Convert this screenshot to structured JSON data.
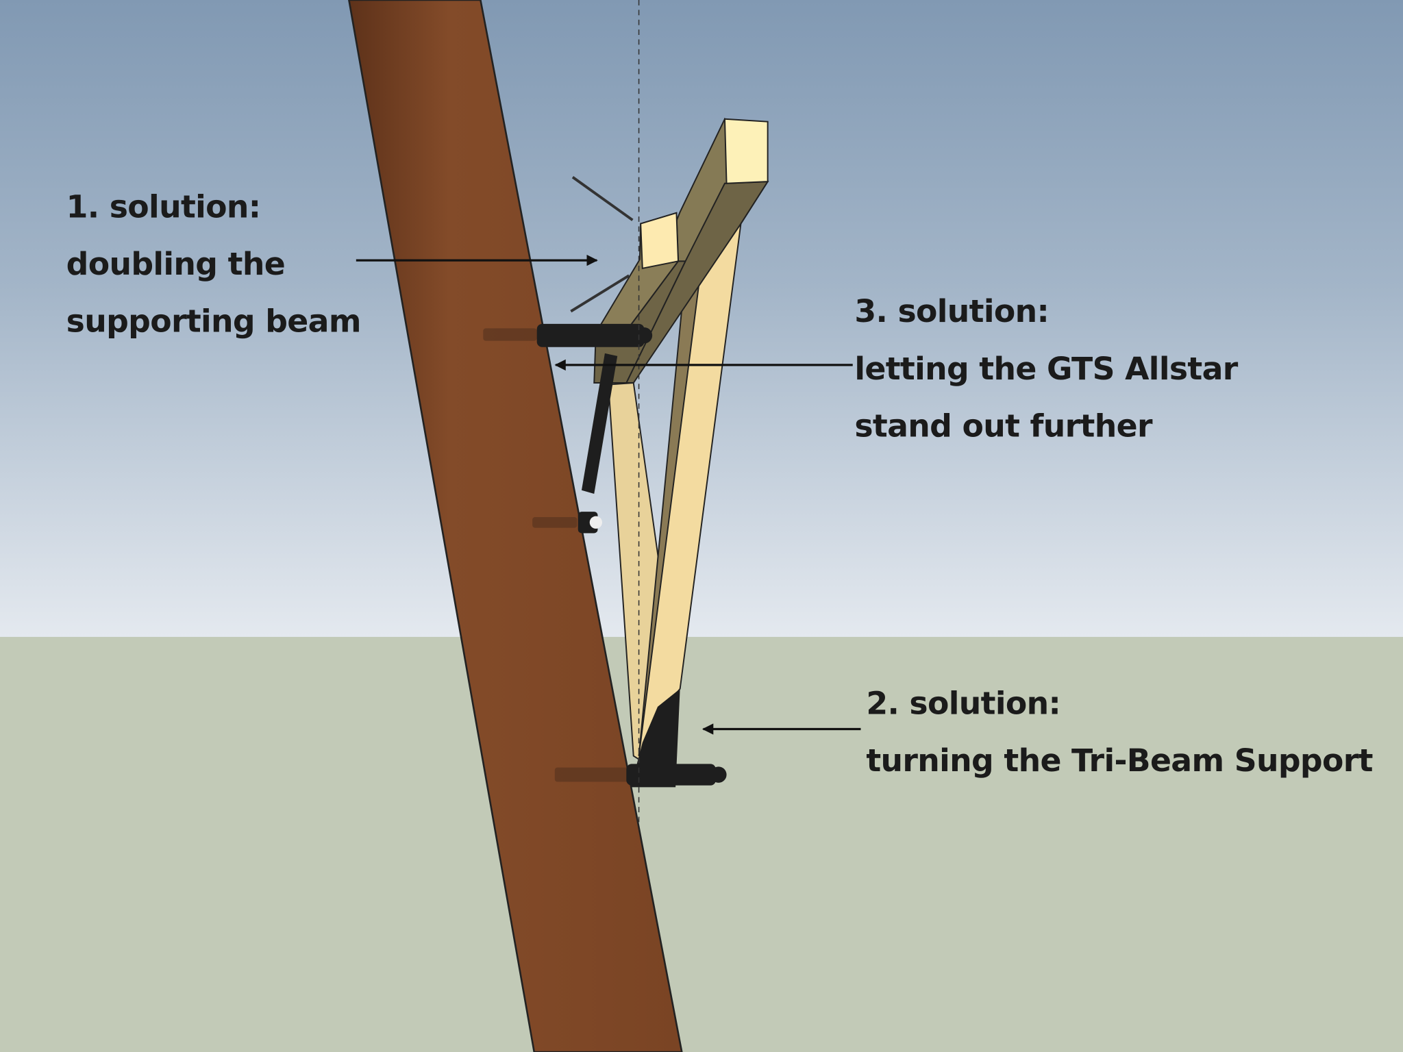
{
  "annotations": [
    {
      "heading": "1. solution:",
      "lines": [
        "doubling the",
        "supporting beam"
      ]
    },
    {
      "heading": "3. solution:",
      "lines": [
        "letting the GTS Allstar",
        "stand out further"
      ]
    },
    {
      "heading": "2. solution:",
      "lines": [
        "turning the Tri-Beam Support"
      ]
    }
  ],
  "colors": {
    "sky_top": "#8199b3",
    "sky_horizon": "#e4e9ef",
    "ground": "#c2cab7",
    "pole": "#7b4526",
    "wood_light": "#f3dba0",
    "wood_side": "#857a55",
    "hardware": "#1e1e1e"
  }
}
